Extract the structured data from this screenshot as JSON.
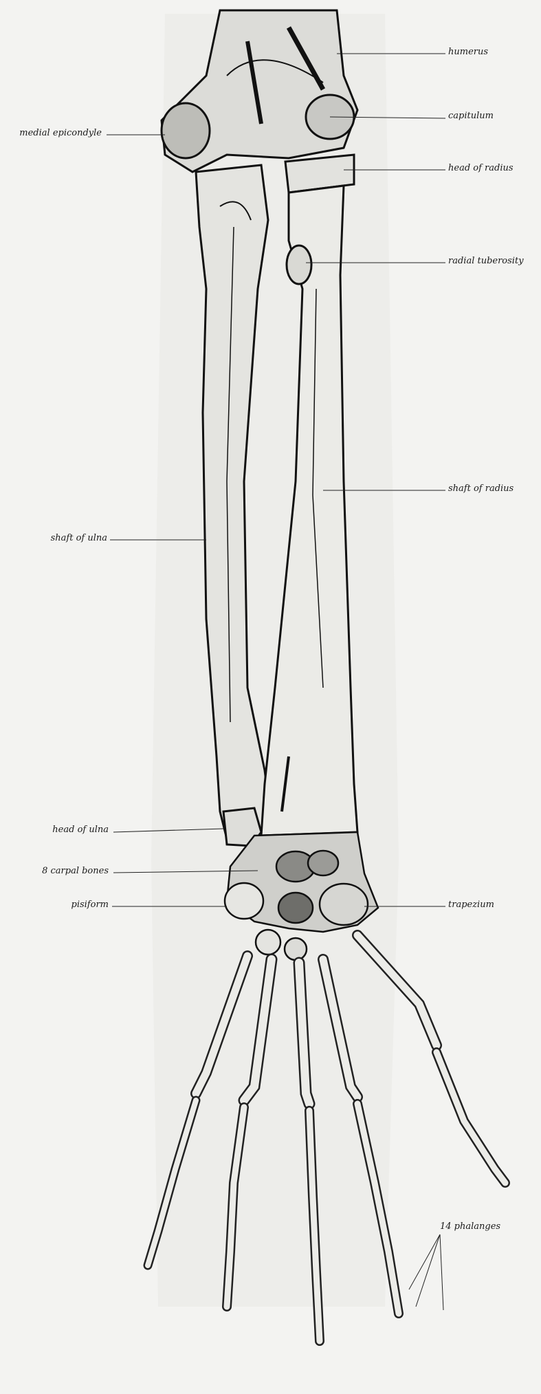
{
  "diagram": {
    "labels": {
      "humerus": "humerus",
      "medial_epicondyle": "medial epicondyle",
      "capitulum": "capitulum",
      "head_of_radius": "head of radius",
      "radial_tuberosity": "radial tuberosity",
      "shaft_of_radius": "shaft of radius",
      "shaft_of_ulna": "shaft of ulna",
      "head_of_ulna": "head of ulna",
      "carpal_bones": "8 carpal bones",
      "pisiform": "pisiform",
      "trapezium": "trapezium",
      "phalanges": "14 phalanges"
    }
  }
}
